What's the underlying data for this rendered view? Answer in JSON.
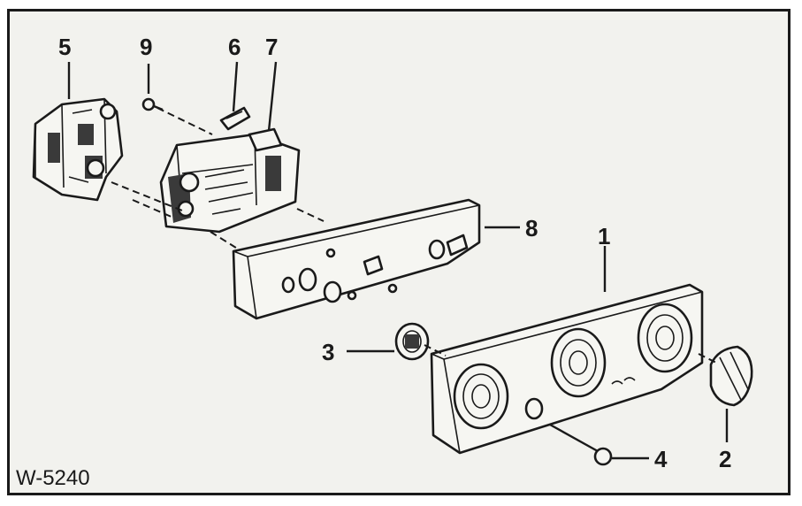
{
  "figure": {
    "code": "W-5240",
    "callouts": {
      "c1": "1",
      "c2": "2",
      "c3": "3",
      "c4": "4",
      "c5": "5",
      "c6": "6",
      "c7": "7",
      "c8": "8",
      "c9": "9"
    }
  }
}
